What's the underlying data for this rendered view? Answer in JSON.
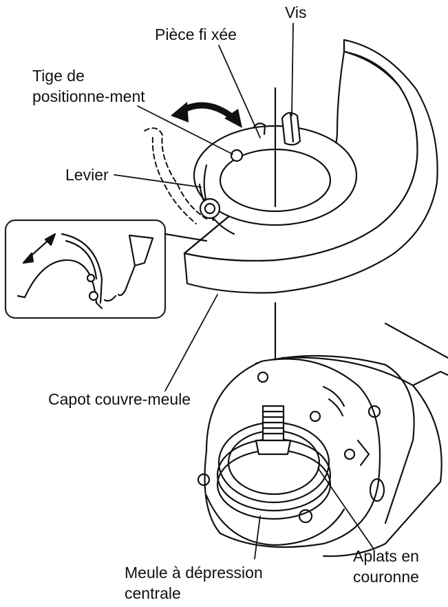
{
  "labels": {
    "vis": "Vis",
    "piece_fixee": "Pièce fi xée",
    "tige_line1": "Tige de",
    "tige_line2": "positionne-ment",
    "levier": "Levier",
    "capot": "Capot couvre-meule",
    "meule_line1": "Meule à dépression",
    "meule_line2": "centrale",
    "aplats_line1": "Aplats en",
    "aplats_line2": "couronne"
  },
  "colors": {
    "ink": "#111111",
    "paper": "#ffffff",
    "inset_border": "#222222"
  }
}
